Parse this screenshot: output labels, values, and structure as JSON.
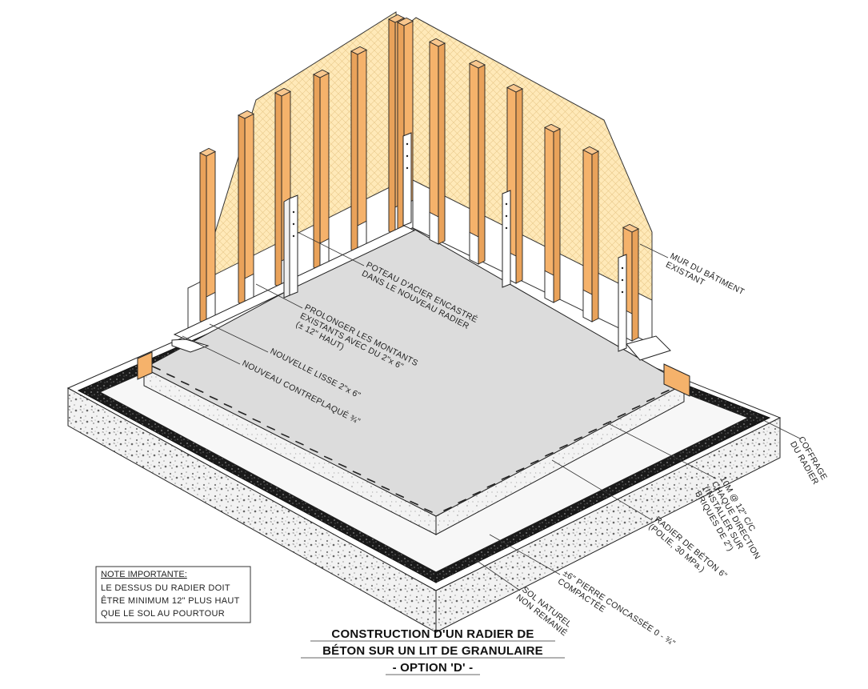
{
  "labels": {
    "existing_wall": [
      "MUR DU BÂTIMENT",
      "EXISTANT"
    ],
    "steel_post": [
      "POTEAU D'ACIER ENCASTRÉ",
      "DANS LE NOUVEAU RADIER"
    ],
    "extend_studs": [
      "PROLONGER LES MONTANTS",
      "EXISTANTS AVEC DU 2\"x 6\"",
      "(± 12\" HAUT)"
    ],
    "sill_plate": "NOUVELLE LISSE 2\"x 6\"",
    "plywood": "NOUVEAU CONTREPLAQUÉ ¾\"",
    "formwork": [
      "COFFRAGE",
      "DU RADIER"
    ],
    "rebar": [
      "10M @ 12\" C/C",
      "CHAQUE DIRECTION",
      "(INSTALLER SUR",
      "BRIQUES DE 2\")"
    ],
    "slab": [
      "RADIER DE BÉTON 6\"",
      "(POLIE, 30 MPa.)"
    ],
    "stone": [
      "±6\" PIERRE CONCASSÉE 0 - ¾\"",
      "COMPACTÉE"
    ],
    "soil": [
      "SOL NATUREL",
      "NON REMANIÉ"
    ]
  },
  "note": {
    "title": "NOTE IMPORTANTE:",
    "lines": [
      "LE DESSUS DU RADIER DOIT",
      "ÊTRE MINIMUM 12\" PLUS HAUT",
      "QUE LE SOL AU POURTOUR"
    ]
  },
  "title": {
    "line1": "CONSTRUCTION D'UN RADIER DE",
    "line2": "BÉTON SUR UN LIT DE GRANULAIRE",
    "line3": "- OPTION 'D' -"
  },
  "colors": {
    "wall_fill": "#FFE9B8",
    "stud": "#F5B26B",
    "slab": "#DCDCDC",
    "gravel": "#1A1A1A",
    "soil": "#EDEDED",
    "steel_post": "#FFFFFF"
  }
}
